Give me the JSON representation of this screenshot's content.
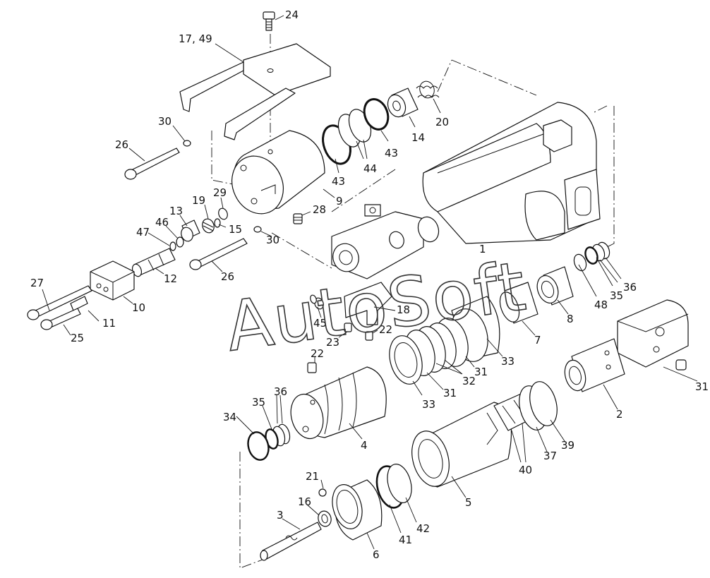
{
  "watermark": "AutoSoft",
  "labels": [
    {
      "id": "lbl-24",
      "text": "24"
    },
    {
      "id": "lbl-17-49",
      "text": "17, 49"
    },
    {
      "id": "lbl-30a",
      "text": "30"
    },
    {
      "id": "lbl-26a",
      "text": "26"
    },
    {
      "id": "lbl-9",
      "text": "9"
    },
    {
      "id": "lbl-43a",
      "text": "43"
    },
    {
      "id": "lbl-44",
      "text": "44"
    },
    {
      "id": "lbl-43b",
      "text": "43"
    },
    {
      "id": "lbl-14",
      "text": "14"
    },
    {
      "id": "lbl-20",
      "text": "20"
    },
    {
      "id": "lbl-29",
      "text": "29"
    },
    {
      "id": "lbl-28",
      "text": "28"
    },
    {
      "id": "lbl-19",
      "text": "19"
    },
    {
      "id": "lbl-13",
      "text": "13"
    },
    {
      "id": "lbl-15",
      "text": "15"
    },
    {
      "id": "lbl-30b",
      "text": "30"
    },
    {
      "id": "lbl-46",
      "text": "46"
    },
    {
      "id": "lbl-47",
      "text": "47"
    },
    {
      "id": "lbl-12",
      "text": "12"
    },
    {
      "id": "lbl-26b",
      "text": "26"
    },
    {
      "id": "lbl-27",
      "text": "27"
    },
    {
      "id": "lbl-10",
      "text": "10"
    },
    {
      "id": "lbl-11",
      "text": "11"
    },
    {
      "id": "lbl-25",
      "text": "25"
    },
    {
      "id": "lbl-1",
      "text": "1"
    },
    {
      "id": "lbl-45",
      "text": "45"
    },
    {
      "id": "lbl-18",
      "text": "18"
    },
    {
      "id": "lbl-23",
      "text": "23"
    },
    {
      "id": "lbl-22a",
      "text": "22"
    },
    {
      "id": "lbl-48",
      "text": "48"
    },
    {
      "id": "lbl-35a",
      "text": "35"
    },
    {
      "id": "lbl-36a",
      "text": "36"
    },
    {
      "id": "lbl-8",
      "text": "8"
    },
    {
      "id": "lbl-7",
      "text": "7"
    },
    {
      "id": "lbl-33a",
      "text": "33"
    },
    {
      "id": "lbl-31a",
      "text": "31"
    },
    {
      "id": "lbl-32",
      "text": "32"
    },
    {
      "id": "lbl-31b",
      "text": "31"
    },
    {
      "id": "lbl-33b",
      "text": "33"
    },
    {
      "id": "lbl-22b",
      "text": "22"
    },
    {
      "id": "lbl-36b",
      "text": "36"
    },
    {
      "id": "lbl-35b",
      "text": "35"
    },
    {
      "id": "lbl-34",
      "text": "34"
    },
    {
      "id": "lbl-4",
      "text": "4"
    },
    {
      "id": "lbl-2",
      "text": "2"
    },
    {
      "id": "lbl-31c",
      "text": "31"
    },
    {
      "id": "lbl-39",
      "text": "39"
    },
    {
      "id": "lbl-37",
      "text": "37"
    },
    {
      "id": "lbl-40",
      "text": "40"
    },
    {
      "id": "lbl-5",
      "text": "5"
    },
    {
      "id": "lbl-21",
      "text": "21"
    },
    {
      "id": "lbl-16",
      "text": "16"
    },
    {
      "id": "lbl-3",
      "text": "3"
    },
    {
      "id": "lbl-42",
      "text": "42"
    },
    {
      "id": "lbl-41",
      "text": "41"
    },
    {
      "id": "lbl-6",
      "text": "6"
    }
  ]
}
